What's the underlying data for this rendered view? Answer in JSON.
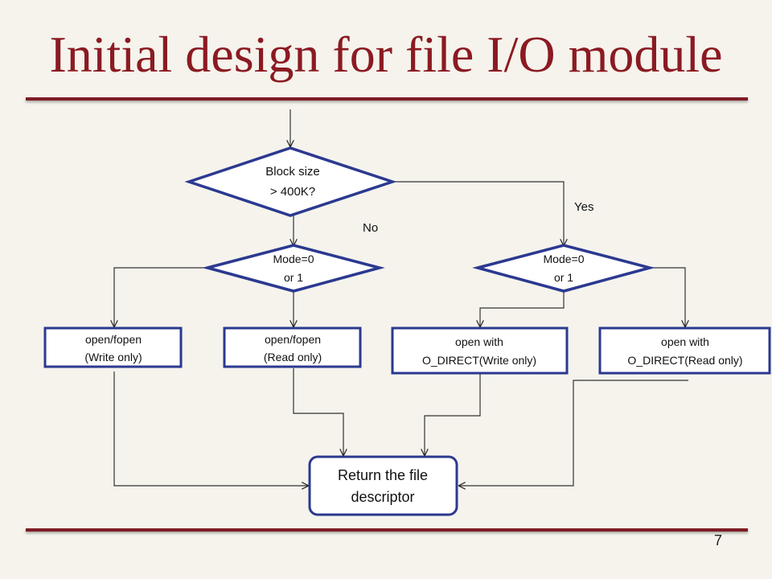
{
  "slide": {
    "title": "Initial design for file I/O module",
    "page_number": "7"
  },
  "colors": {
    "title": "#8b1a22",
    "rule": "#7e1c24",
    "shape_border": "#2b3990",
    "background": "#f5f3ec"
  },
  "diagram": {
    "decision_block": [
      "Block size",
      "> 400K?"
    ],
    "decision_mode_left": [
      "Mode=0",
      "or 1"
    ],
    "decision_mode_right": [
      "Mode=0",
      "or 1"
    ],
    "box_write_only": [
      "open/fopen",
      "(Write only)"
    ],
    "box_read_only": [
      "open/fopen",
      "(Read only)"
    ],
    "box_direct_write": [
      "open with",
      "O_DIRECT(Write only)"
    ],
    "box_direct_read": [
      "open with",
      "O_DIRECT(Read only)"
    ],
    "box_return": [
      "Return the file",
      "descriptor"
    ],
    "label_yes": "Yes",
    "label_no": "No"
  }
}
